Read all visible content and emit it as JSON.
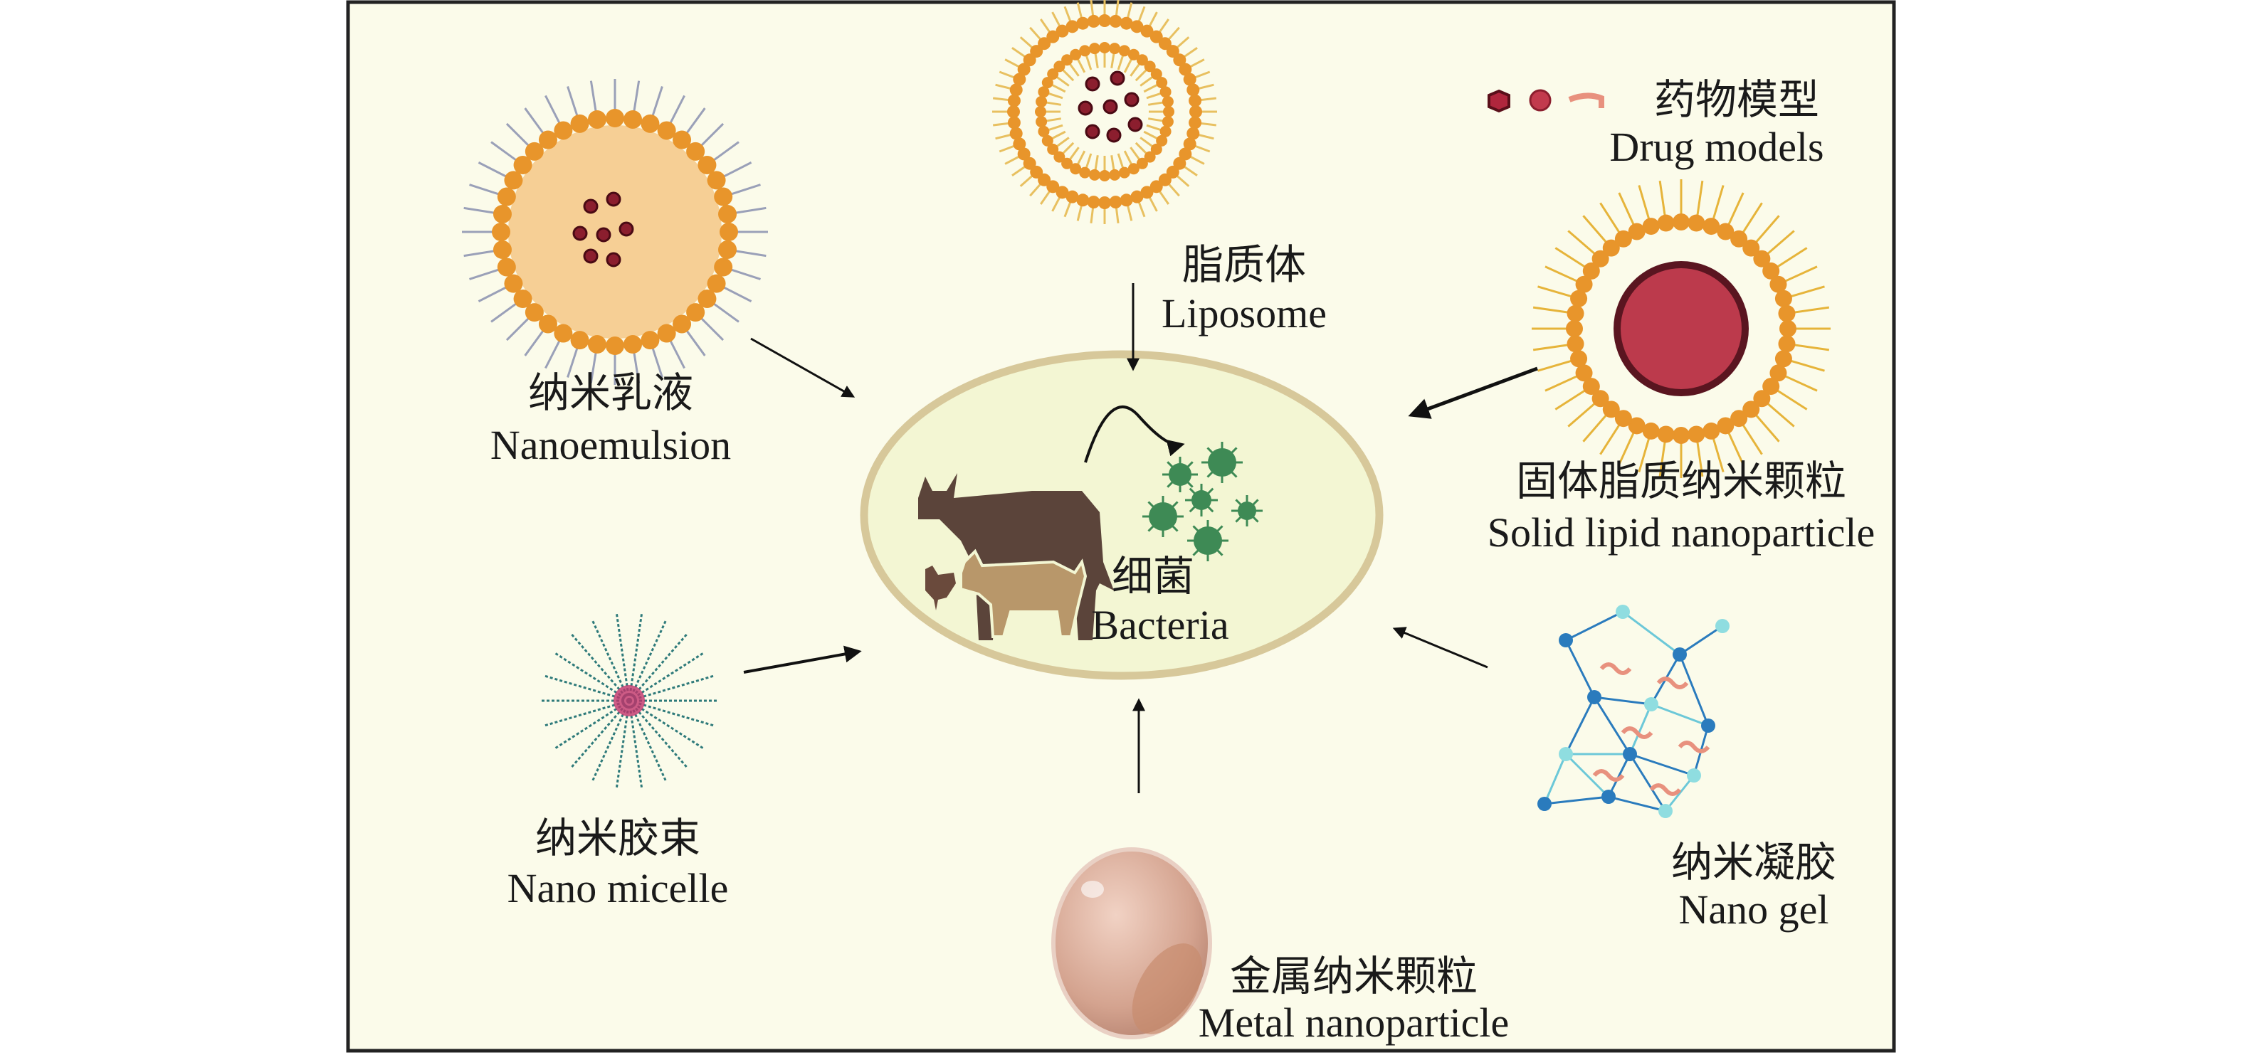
{
  "legend": {
    "zh": "药物模型",
    "en": "Drug models"
  },
  "center": {
    "zh": "细菌",
    "en": "Bacteria"
  },
  "carriers": {
    "liposome": {
      "zh": "脂质体",
      "en": "Liposome"
    },
    "nanoemulsion": {
      "zh": "纳米乳液",
      "en": "Nanoemulsion"
    },
    "solid_lipid": {
      "zh": "固体脂质纳米颗粒",
      "en": "Solid lipid nanoparticle"
    },
    "micelle": {
      "zh": "纳米胶束",
      "en": "Nano micelle"
    },
    "gel": {
      "zh": "纳米凝胶",
      "en": "Nano gel"
    },
    "metal": {
      "zh": "金属纳米颗粒",
      "en": "Metal nanoparticle"
    }
  },
  "colors": {
    "background": "#fbfbea",
    "ellipse_fill": "#f3f6d3",
    "ellipse_stroke": "#d7c89a",
    "lipid_head": "#e8952b",
    "drug": "#8b1e2e",
    "bacteria": "#3e8a55"
  }
}
